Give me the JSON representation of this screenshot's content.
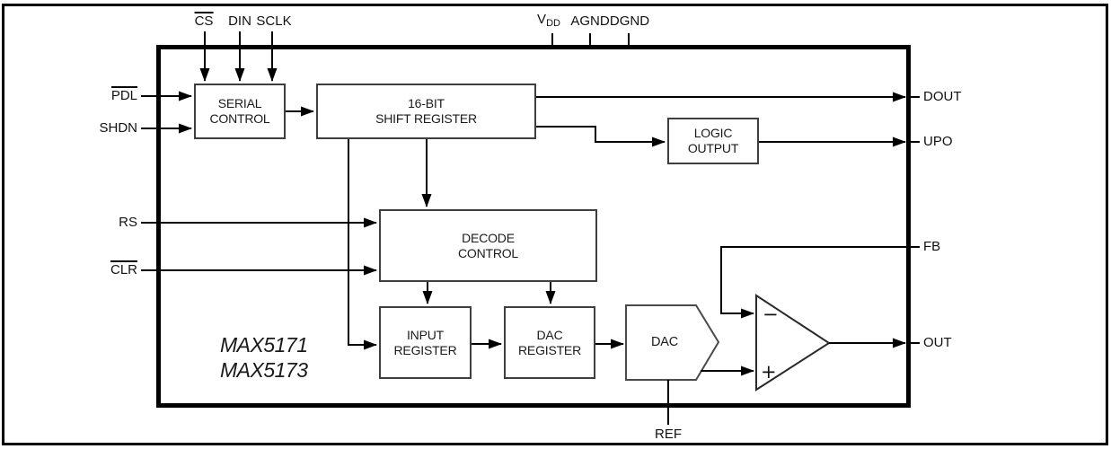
{
  "pins": {
    "cs": "CS",
    "din": "DIN",
    "sclk": "SCLK",
    "vdd_base": "V",
    "vdd_sub": "DD",
    "agnd": "AGND",
    "dgnd": "DGND",
    "pdl": "PDL",
    "shdn": "SHDN",
    "rs": "RS",
    "clr": "CLR",
    "dout": "DOUT",
    "upo": "UPO",
    "fb": "FB",
    "out": "OUT",
    "ref": "REF"
  },
  "blocks": {
    "serial_control": [
      "SERIAL",
      "CONTROL"
    ],
    "shift_register": [
      "16-BIT",
      "SHIFT REGISTER"
    ],
    "logic_output": [
      "LOGIC",
      "OUTPUT"
    ],
    "decode_control": [
      "DECODE",
      "CONTROL"
    ],
    "input_register": [
      "INPUT",
      "REGISTER"
    ],
    "dac_register": [
      "DAC",
      "REGISTER"
    ],
    "dac": "DAC"
  },
  "opamp": {
    "inverting": "−",
    "noninverting": "+"
  },
  "part_numbers": {
    "line1": "MAX5171",
    "line2": "MAX5173"
  },
  "colors": {
    "wire": "#000000",
    "box_border": "#3f3f3f",
    "chip_border": "#000000",
    "background": "#ffffff"
  }
}
